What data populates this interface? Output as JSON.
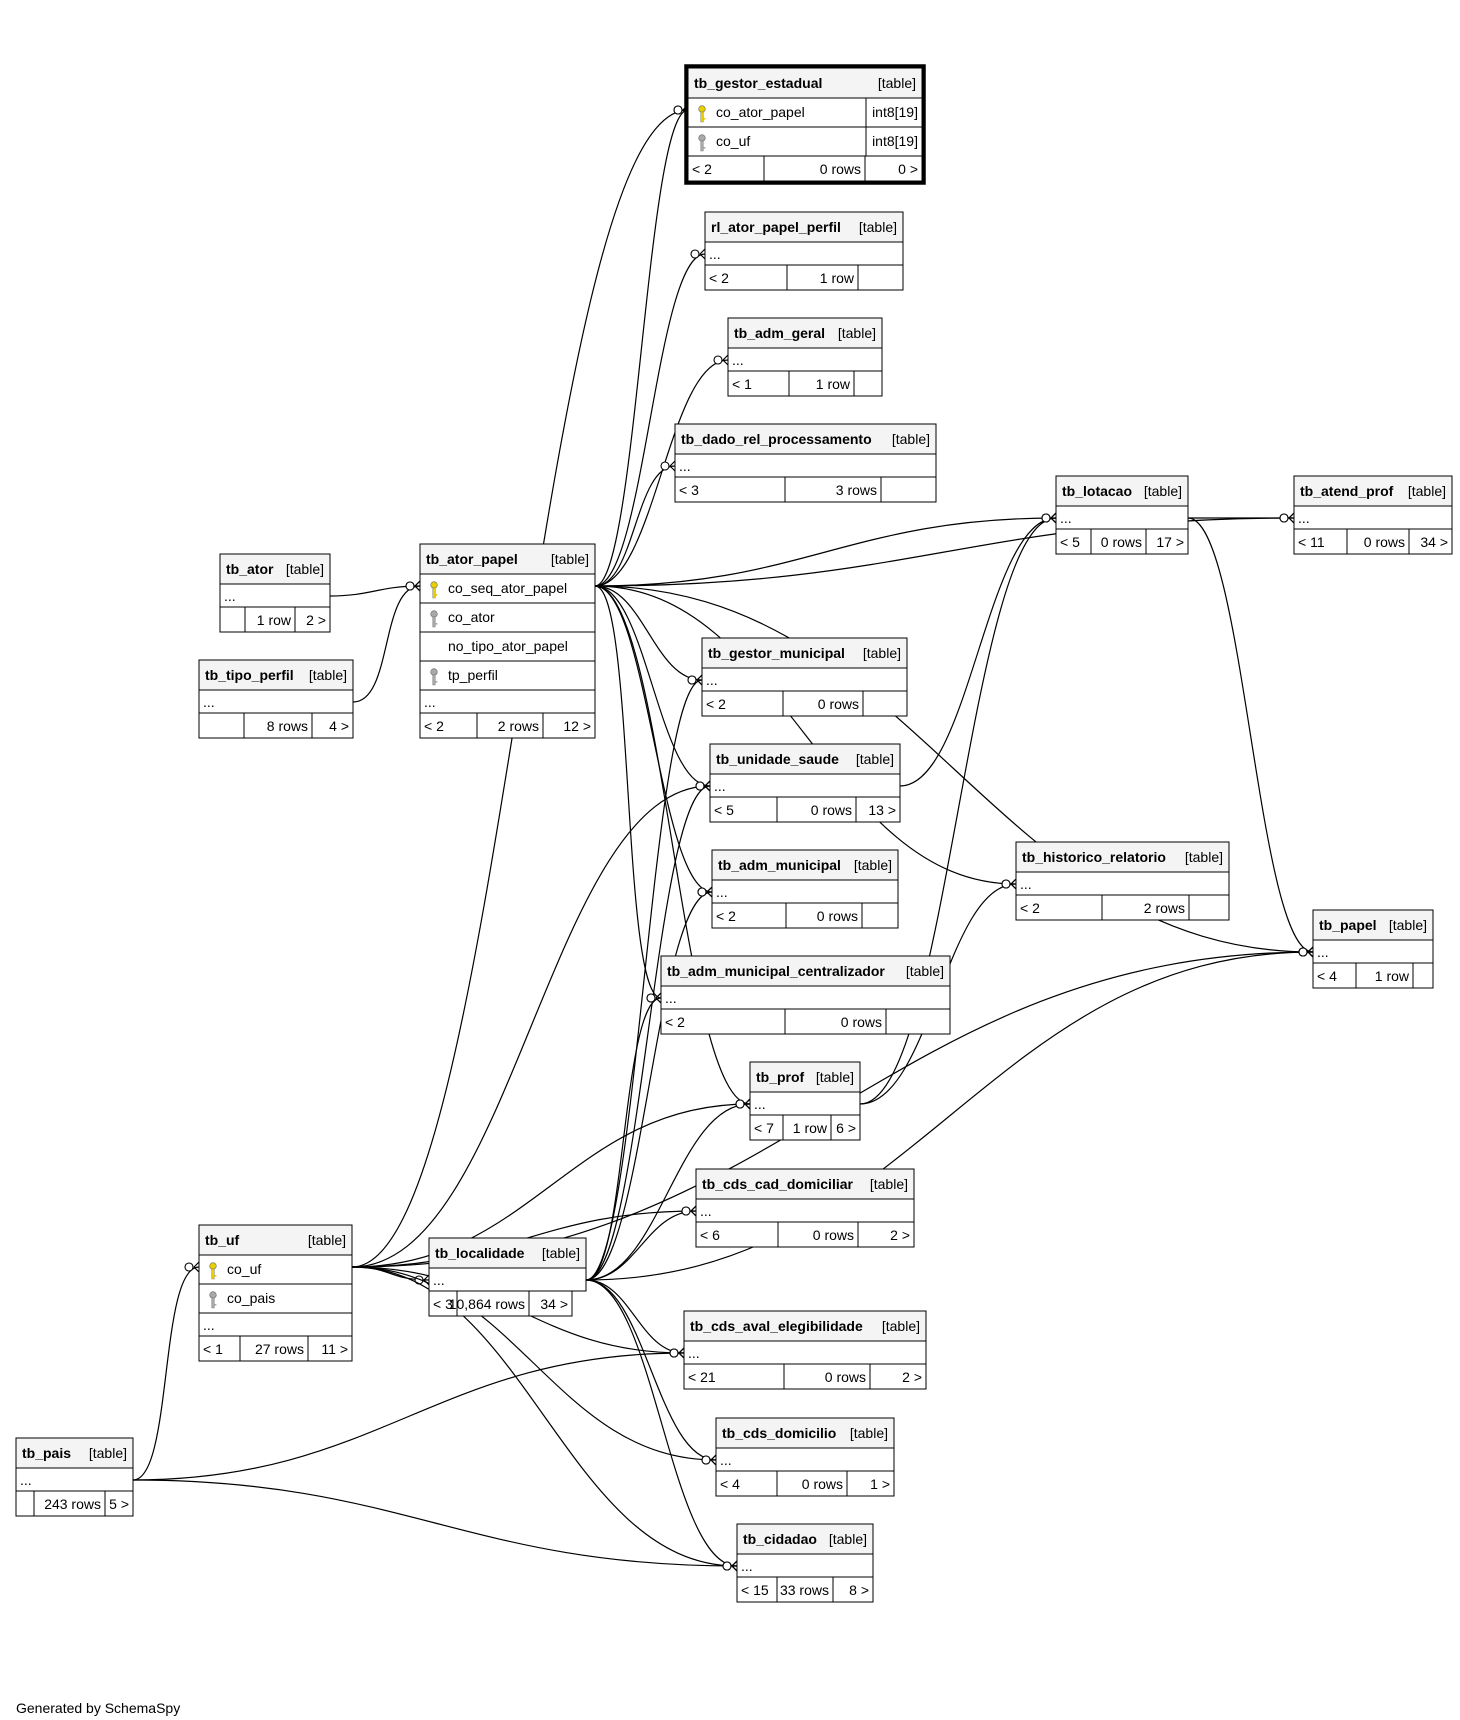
{
  "colors": {
    "background": "#ffffff",
    "header_fill": "#f4f4f4",
    "stroke": "#000000",
    "primary_key": "#e8d000",
    "foreign_key": "#a9a9a9"
  },
  "table_tag": "[table]",
  "ellipsis": "...",
  "footer": "Generated by SchemaSpy",
  "tables": [
    {
      "id": "gestor_estadual",
      "name": "tb_gestor_estadual",
      "selected": true,
      "columns": [
        {
          "name": "co_ator_papel",
          "key": "pk",
          "type": "int8[19]"
        },
        {
          "name": "co_uf",
          "key": "fk",
          "type": "int8[19]"
        }
      ],
      "footer": [
        "< 2",
        "0 rows",
        "0 >"
      ]
    },
    {
      "id": "rl_ator_papel_perfil",
      "name": "rl_ator_papel_perfil",
      "columns": [],
      "footer": [
        "< 2",
        "1 row",
        ""
      ]
    },
    {
      "id": "adm_geral",
      "name": "tb_adm_geral",
      "columns": [],
      "footer": [
        "< 1",
        "1 row",
        ""
      ]
    },
    {
      "id": "dado_rel",
      "name": "tb_dado_rel_processamento",
      "columns": [],
      "footer": [
        "< 3",
        "3 rows",
        ""
      ]
    },
    {
      "id": "lotacao",
      "name": "tb_lotacao",
      "columns": [],
      "footer": [
        "< 5",
        "0 rows",
        "17 >"
      ]
    },
    {
      "id": "atend_prof",
      "name": "tb_atend_prof",
      "columns": [],
      "footer": [
        "< 11",
        "0 rows",
        "34 >"
      ]
    },
    {
      "id": "ator",
      "name": "tb_ator",
      "columns": [],
      "footer": [
        "",
        "1 row",
        "2 >"
      ]
    },
    {
      "id": "tipo_perfil",
      "name": "tb_tipo_perfil",
      "columns": [],
      "footer": [
        "",
        "8 rows",
        "4 >"
      ]
    },
    {
      "id": "ator_papel",
      "name": "tb_ator_papel",
      "columns": [
        {
          "name": "co_seq_ator_papel",
          "key": "pk",
          "type": ""
        },
        {
          "name": "co_ator",
          "key": "fk",
          "type": ""
        },
        {
          "name": "no_tipo_ator_papel",
          "key": "",
          "type": ""
        },
        {
          "name": "tp_perfil",
          "key": "fk",
          "type": ""
        }
      ],
      "footer": [
        "< 2",
        "2 rows",
        "12 >"
      ]
    },
    {
      "id": "gestor_municipal",
      "name": "tb_gestor_municipal",
      "columns": [],
      "footer": [
        "< 2",
        "0 rows",
        ""
      ]
    },
    {
      "id": "unidade_saude",
      "name": "tb_unidade_saude",
      "columns": [],
      "footer": [
        "< 5",
        "0 rows",
        "13 >"
      ]
    },
    {
      "id": "adm_municipal",
      "name": "tb_adm_municipal",
      "columns": [],
      "footer": [
        "< 2",
        "0 rows",
        ""
      ]
    },
    {
      "id": "historico",
      "name": "tb_historico_relatorio",
      "columns": [],
      "footer": [
        "< 2",
        "2 rows",
        ""
      ]
    },
    {
      "id": "papel",
      "name": "tb_papel",
      "columns": [],
      "footer": [
        "< 4",
        "1 row",
        ""
      ]
    },
    {
      "id": "adm_mun_cent",
      "name": "tb_adm_municipal_centralizador",
      "columns": [],
      "footer": [
        "< 2",
        "0 rows",
        ""
      ]
    },
    {
      "id": "prof",
      "name": "tb_prof",
      "columns": [],
      "footer": [
        "< 7",
        "1 row",
        "6 >"
      ]
    },
    {
      "id": "cds_cad_dom",
      "name": "tb_cds_cad_domiciliar",
      "columns": [],
      "footer": [
        "< 6",
        "0 rows",
        "2 >"
      ]
    },
    {
      "id": "uf",
      "name": "tb_uf",
      "columns": [
        {
          "name": "co_uf",
          "key": "pk",
          "type": ""
        },
        {
          "name": "co_pais",
          "key": "fk",
          "type": ""
        }
      ],
      "footer": [
        "< 1",
        "27 rows",
        "11 >"
      ]
    },
    {
      "id": "localidade",
      "name": "tb_localidade",
      "columns": [],
      "footer": [
        "< 3",
        "10,864 rows",
        "34 >"
      ]
    },
    {
      "id": "cds_aval",
      "name": "tb_cds_aval_elegibilidade",
      "columns": [],
      "footer": [
        "< 21",
        "0 rows",
        "2 >"
      ]
    },
    {
      "id": "cds_dom",
      "name": "tb_cds_domicilio",
      "columns": [],
      "footer": [
        "< 4",
        "0 rows",
        "1 >"
      ]
    },
    {
      "id": "cidadao",
      "name": "tb_cidadao",
      "columns": [],
      "footer": [
        "< 15",
        "33 rows",
        "8 >"
      ]
    },
    {
      "id": "pais",
      "name": "tb_pais",
      "columns": [],
      "footer": [
        "",
        "243 rows",
        "5 >"
      ]
    }
  ],
  "relationships": [
    {
      "from": "ator_papel",
      "to": "gestor_estadual"
    },
    {
      "from": "uf",
      "to": "gestor_estadual"
    },
    {
      "from": "ator_papel",
      "to": "rl_ator_papel_perfil"
    },
    {
      "from": "ator_papel",
      "to": "adm_geral"
    },
    {
      "from": "ator_papel",
      "to": "dado_rel"
    },
    {
      "from": "ator_papel",
      "to": "lotacao"
    },
    {
      "from": "ator_papel",
      "to": "atend_prof"
    },
    {
      "from": "ator",
      "to": "ator_papel"
    },
    {
      "from": "tipo_perfil",
      "to": "ator_papel"
    },
    {
      "from": "ator_papel",
      "to": "gestor_municipal"
    },
    {
      "from": "ator_papel",
      "to": "unidade_saude"
    },
    {
      "from": "ator_papel",
      "to": "adm_municipal"
    },
    {
      "from": "ator_papel",
      "to": "historico"
    },
    {
      "from": "ator_papel",
      "to": "papel"
    },
    {
      "from": "ator_papel",
      "to": "adm_mun_cent"
    },
    {
      "from": "ator_papel",
      "to": "prof"
    },
    {
      "from": "unidade_saude",
      "to": "lotacao"
    },
    {
      "from": "prof",
      "to": "lotacao"
    },
    {
      "from": "prof",
      "to": "historico"
    },
    {
      "from": "lotacao",
      "to": "atend_prof"
    },
    {
      "from": "lotacao",
      "to": "papel"
    },
    {
      "from": "pais",
      "to": "uf"
    },
    {
      "from": "uf",
      "to": "localidade"
    },
    {
      "from": "uf",
      "to": "prof"
    },
    {
      "from": "uf",
      "to": "unidade_saude"
    },
    {
      "from": "uf",
      "to": "cds_cad_dom"
    },
    {
      "from": "uf",
      "to": "cds_aval"
    },
    {
      "from": "uf",
      "to": "cds_dom"
    },
    {
      "from": "uf",
      "to": "cidadao"
    },
    {
      "from": "uf",
      "to": "papel"
    },
    {
      "from": "localidade",
      "to": "gestor_municipal"
    },
    {
      "from": "localidade",
      "to": "unidade_saude"
    },
    {
      "from": "localidade",
      "to": "adm_municipal"
    },
    {
      "from": "localidade",
      "to": "adm_mun_cent"
    },
    {
      "from": "localidade",
      "to": "prof"
    },
    {
      "from": "localidade",
      "to": "cds_cad_dom"
    },
    {
      "from": "localidade",
      "to": "cds_aval"
    },
    {
      "from": "localidade",
      "to": "cds_dom"
    },
    {
      "from": "localidade",
      "to": "cidadao"
    },
    {
      "from": "localidade",
      "to": "papel"
    },
    {
      "from": "pais",
      "to": "cds_aval"
    },
    {
      "from": "pais",
      "to": "cidadao"
    }
  ]
}
